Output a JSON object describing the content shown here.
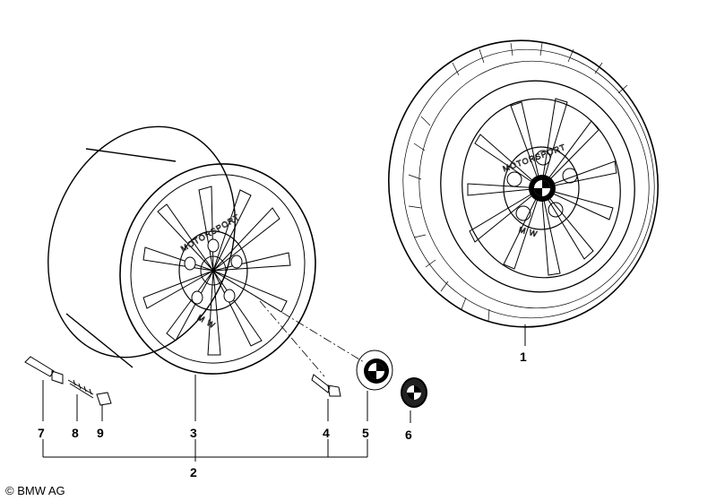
{
  "callouts": [
    "1",
    "2",
    "3",
    "4",
    "5",
    "6",
    "7",
    "8",
    "9"
  ],
  "copyright": "© BMW AG",
  "rim_marking": "MOTORSPORT",
  "rim_badge": "M W"
}
